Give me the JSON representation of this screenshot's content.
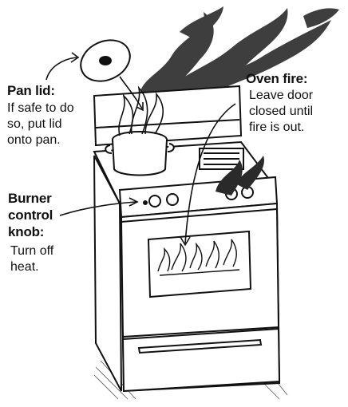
{
  "callouts": {
    "pan_lid": {
      "title": "Pan lid:",
      "lines": [
        "If safe to do",
        "so, put lid",
        "onto pan."
      ]
    },
    "oven_fire": {
      "title": "Oven fire:",
      "lines": [
        "Leave door",
        "closed until",
        "fire is out."
      ]
    },
    "burner_knob": {
      "title_lines": [
        "Burner",
        "control",
        "knob:"
      ],
      "lines": [
        "Turn off",
        "heat."
      ]
    }
  },
  "colors": {
    "ink": "#111111",
    "smoke": "#2a2a2a",
    "paper": "#ffffff"
  }
}
